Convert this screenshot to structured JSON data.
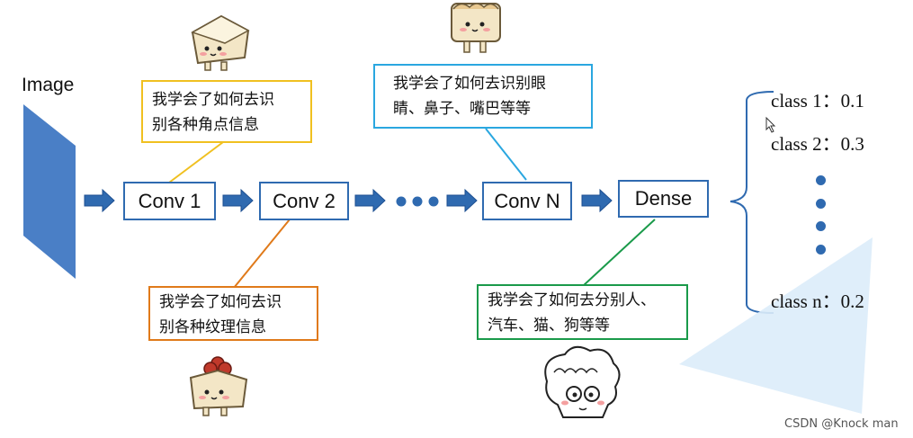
{
  "image_label": "Image",
  "pipeline": {
    "conv1": "Conv 1",
    "conv2": "Conv 2",
    "convN": "Conv N",
    "dense": "Dense"
  },
  "notes": {
    "conv1_note": [
      "我学会了如何去识",
      "别各种角点信息"
    ],
    "conv2_note": [
      "我学会了如何去识",
      "别各种纹理信息"
    ],
    "convN_note": [
      "我学会了如何去识别眼",
      "睛、鼻子、嘴巴等等"
    ],
    "dense_note": [
      "我学会了如何去分别人、",
      "汽车、猫、狗等等"
    ]
  },
  "classes": {
    "class1": "class 1：0.1",
    "class2": "class 2：0.3",
    "classN": "class n：0.2"
  },
  "watermark": "CSDN @Knock man",
  "colors": {
    "blue": "#2f6ab0",
    "yellow": "#f0c020",
    "orange": "#e07a1a",
    "lightblue": "#2aa7e0",
    "green": "#1a9a4a",
    "image_panel": "#4a7fc6"
  }
}
